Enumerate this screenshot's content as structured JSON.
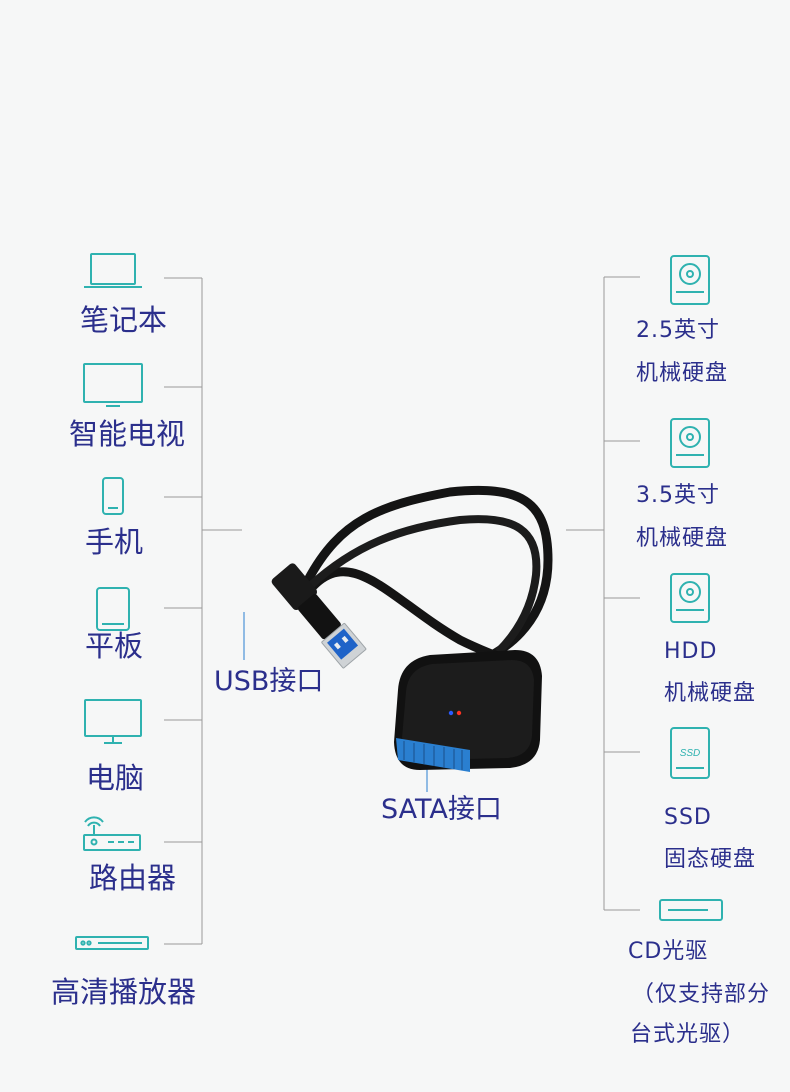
{
  "left_devices": [
    {
      "label": "笔记本",
      "icon": "laptop-icon"
    },
    {
      "label": "智能电视",
      "icon": "tv-icon"
    },
    {
      "label": "手机",
      "icon": "phone-icon"
    },
    {
      "label": "平板",
      "icon": "tablet-icon"
    },
    {
      "label": "电脑",
      "icon": "monitor-icon"
    },
    {
      "label": "路由器",
      "icon": "router-icon"
    },
    {
      "label": "高清播放器",
      "icon": "player-icon"
    }
  ],
  "right_devices": [
    {
      "line1": "2.5英寸",
      "line2": "机械硬盘",
      "icon": "hdd-icon"
    },
    {
      "line1": "3.5英寸",
      "line2": "机械硬盘",
      "icon": "hdd-icon"
    },
    {
      "line1": "HDD",
      "line2": "机械硬盘",
      "icon": "hdd-icon"
    },
    {
      "line1": "SSD",
      "line2": "固态硬盘",
      "icon": "ssd-icon",
      "icon_text": "SSD"
    },
    {
      "line1": "CD光驱",
      "line2": "（仅支持部分",
      "line3": "台式光驱）",
      "icon": "optical-drive-icon"
    }
  ],
  "product": {
    "usb_label": "USB接口",
    "sata_label": "SATA接口"
  },
  "colors": {
    "label_text": "#2b2f8c",
    "icon_teal": "#2fb2b0",
    "line_gray": "#9a9a9a",
    "usb_blue": "#1f63c8",
    "sata_blue": "#2a7fd0"
  }
}
